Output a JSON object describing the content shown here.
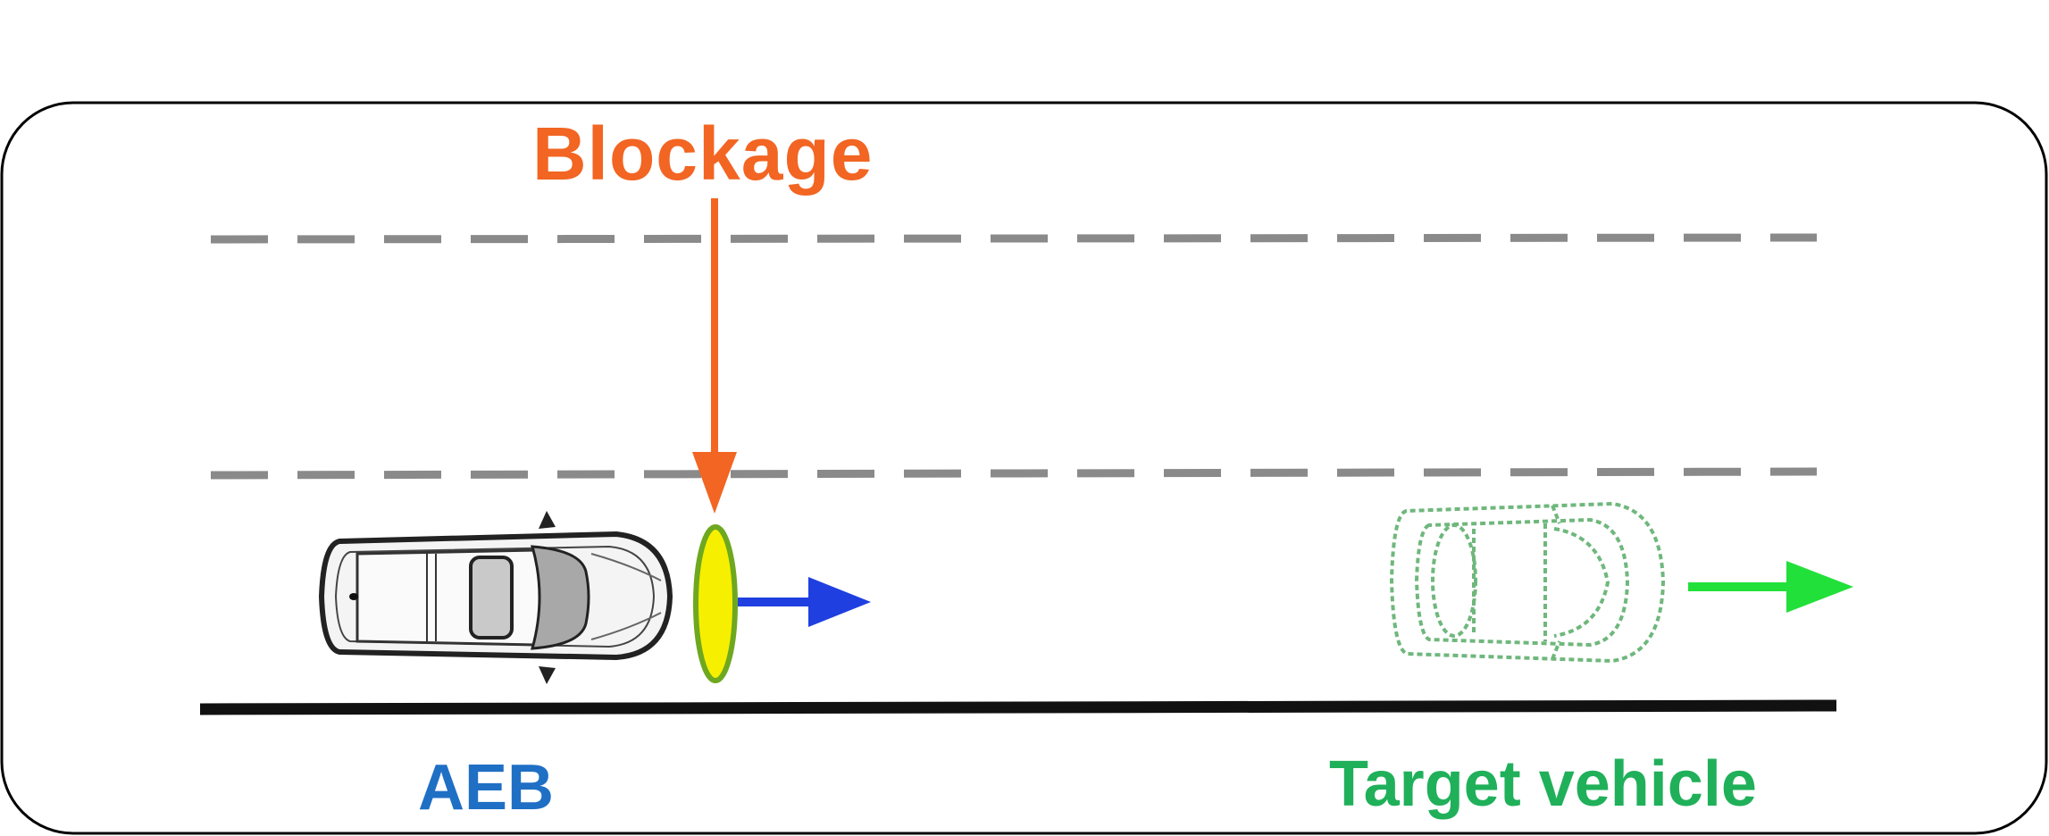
{
  "labels": {
    "blockage": "Blockage",
    "aeb": "AEB",
    "target_vehicle": "Target vehicle"
  },
  "colors": {
    "blockage": "#F26522",
    "aeb": "#1F6FC5",
    "target_vehicle": "#20B05A",
    "aeb_arrow": "#1F3FE0",
    "target_arrow": "#22E03A",
    "blockage_marker_fill": "#F6F000",
    "blockage_marker_stroke": "#6EA820",
    "lane_dash": "#8A8A8A",
    "road_edge": "#111111",
    "frame": "#000000"
  },
  "icons": {
    "aeb_vehicle": "car-top-view-icon",
    "target_vehicle": "car-outline-dashed-icon",
    "blockage_marker": "ellipse-obstacle-icon"
  }
}
